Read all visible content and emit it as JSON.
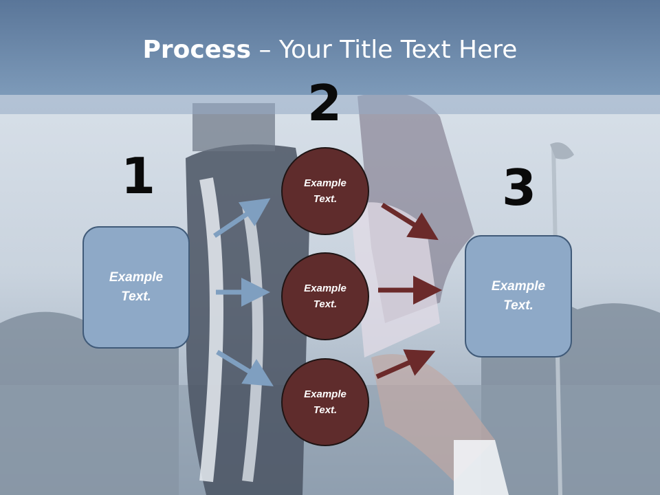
{
  "slide": {
    "title_bold": "Process",
    "title_rest": " – Your Title Text Here"
  },
  "steps": {
    "one": "1",
    "two": "2",
    "three": "3"
  },
  "boxes": {
    "left": "Example Text.",
    "right": "Example Text."
  },
  "circles": [
    {
      "label": "Example Text."
    },
    {
      "label": "Example Text."
    },
    {
      "label": "Example Text."
    }
  ],
  "colors": {
    "banner": "#6f8cae",
    "box_fill": "#8ea9c7",
    "circle_fill": "#5f2c2c",
    "blue_arrow": "#7f9fc0",
    "red_arrow": "#6b2a2a"
  }
}
